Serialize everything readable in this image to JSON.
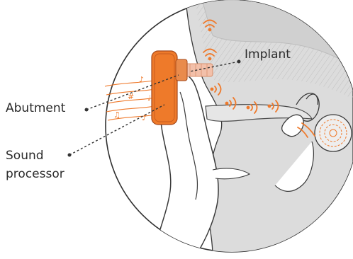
{
  "labels": {
    "implant": "Implant",
    "abutment": "Abutment",
    "sound_processor_line1": "Sound",
    "sound_processor_line2": "processor"
  },
  "colors": {
    "device_orange": "#ee7a2a",
    "implant_pink": "#f2c0aa",
    "skin_gray": "#d9d9d9",
    "skin_dark": "#c6c6c6",
    "ink": "#3a3a3a",
    "leader": "#333333",
    "sound_wave": "#ef7a2c"
  },
  "icons": [
    "sound-wave-icon",
    "music-note-icon"
  ]
}
